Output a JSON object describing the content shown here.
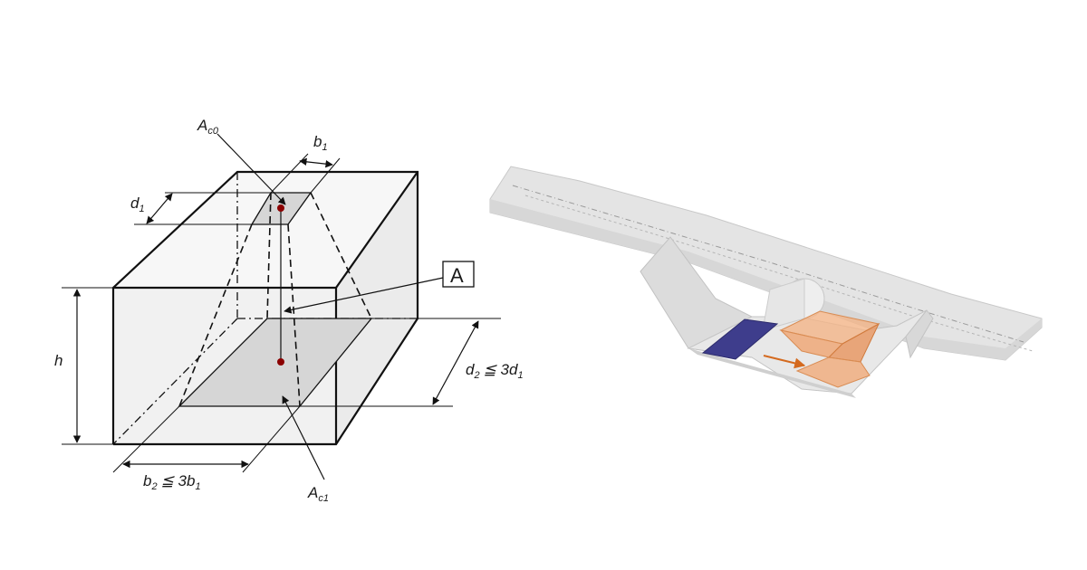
{
  "left_diagram": {
    "labels": {
      "ac0_main": "A",
      "ac0_sub": "c0",
      "b1_main": "b",
      "b1_sub": "1",
      "d1_main": "d",
      "d1_sub": "1",
      "h": "h",
      "a_box": "A",
      "d2_main": "d",
      "d2_sub": "2",
      "d2_rel": "≦ 3d",
      "d2_rel_sub": "1",
      "b2_main": "b",
      "b2_sub": "2",
      "b2_rel": "≦ 3b",
      "b2_rel_sub": "1",
      "ac1_main": "A",
      "ac1_sub": "c1"
    },
    "colors": {
      "line": "#111111",
      "area_fill": "#d8d8d8",
      "face_fill": "#f4f4f4",
      "point": "#8b0000"
    }
  },
  "right_model": {
    "colors": {
      "concrete": "#e2e2e2",
      "concrete_edge": "#c4c4c4",
      "bearing_plate": "#3e3d8c",
      "load_prism": "#f2a36b",
      "load_arrow": "#d46a1f"
    }
  }
}
